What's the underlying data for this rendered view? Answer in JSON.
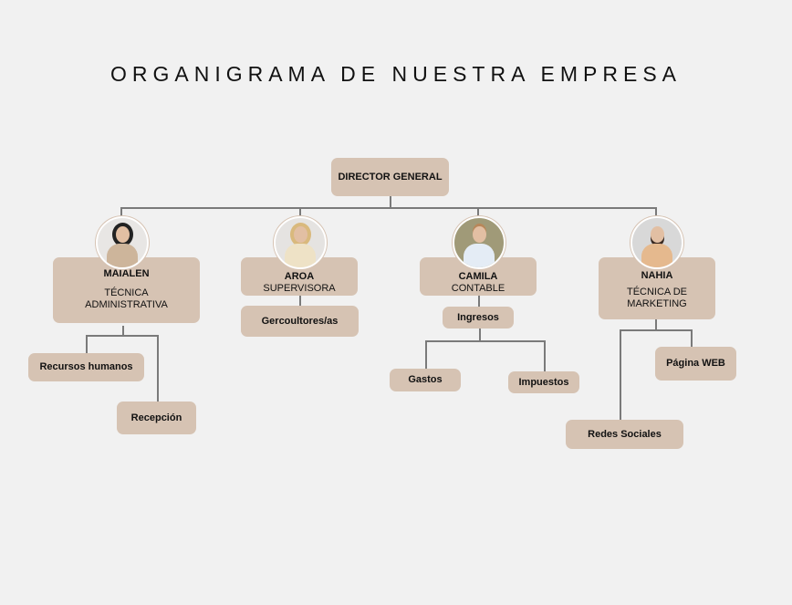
{
  "title": "ORGANIGRAMA DE NUESTRA EMPRESA",
  "director": "DIRECTOR GENERAL",
  "people": [
    {
      "name": "MAIALEN",
      "role_line1": "TÉCNICA",
      "role_line2": "ADMINISTRATIVA"
    },
    {
      "name": "AROA",
      "role": "SUPERVISORA"
    },
    {
      "name": "CAMILA",
      "role": "CONTABLE"
    },
    {
      "name": "NAHIA",
      "role_line1": "TÉCNICA DE",
      "role_line2": "MARKETING"
    }
  ],
  "units": {
    "recursos": "Recursos humanos",
    "recepcion": "Recepción",
    "gercoultores": "Gercoultores/as",
    "ingresos": "Ingresos",
    "gastos": "Gastos",
    "impuestos": "Impuestos",
    "pagina_web": "Página WEB",
    "redes": "Redes Sociales"
  },
  "colors": {
    "box": "#d6c3b3",
    "background": "#f1f1f1",
    "line": "#7a7a7a"
  }
}
